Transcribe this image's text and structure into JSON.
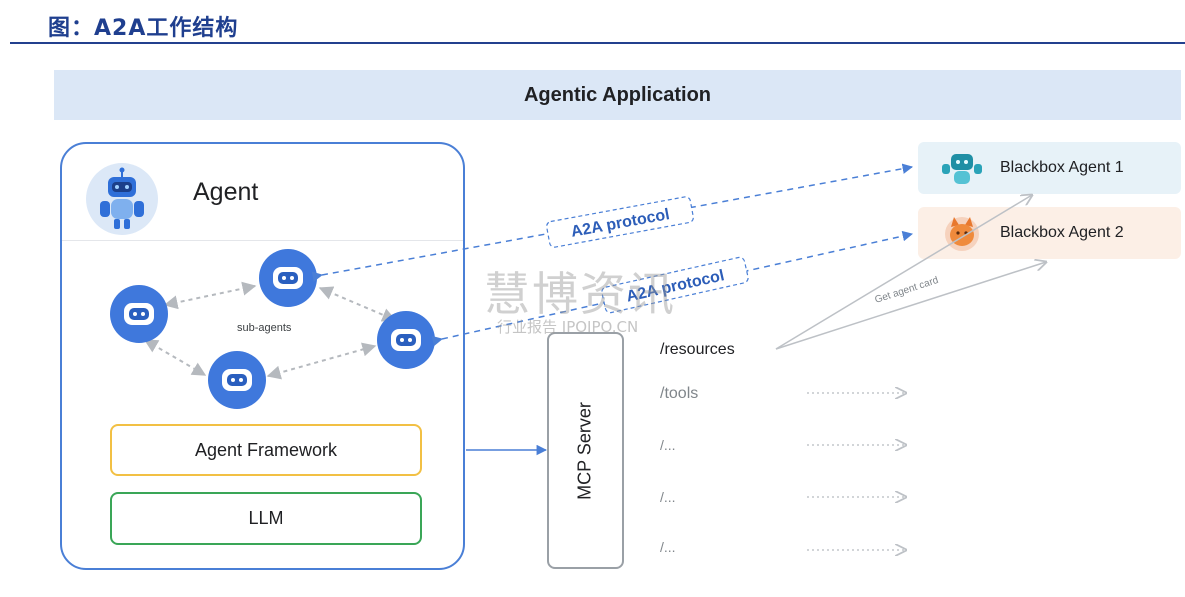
{
  "figure_title": "图：A2A工作结构",
  "application": {
    "label": "Agentic Application"
  },
  "agent": {
    "title": "Agent",
    "subagents_label": "sub-agents",
    "framework_label": "Agent Framework",
    "llm_label": "LLM"
  },
  "mcp": {
    "label": "MCP Server",
    "resources": [
      "/resources",
      "/tools",
      "/...",
      "/...",
      "/..."
    ]
  },
  "external_agents": [
    {
      "label": "Blackbox Agent 1",
      "icon": "robot-teal-icon"
    },
    {
      "label": "Blackbox Agent 2",
      "icon": "fox-orange-icon"
    }
  ],
  "protocol_labels": [
    "A2A protocol",
    "A2A protocol"
  ],
  "card_label": "Get agent card",
  "watermark": {
    "main": "慧博资讯",
    "sub": "行业报告 IPOIPO.CN"
  },
  "colors": {
    "title": "#1f3f8f",
    "app_bar": "#dbe7f6",
    "agent_border": "#4a7fd6",
    "protocol": "#4a7fd6",
    "framework_border": "#f2c044",
    "llm_border": "#3aa657",
    "mcp_border": "#9aa0a6",
    "agent1_bg": "#e7f2f8",
    "agent2_bg": "#fcefe6"
  }
}
